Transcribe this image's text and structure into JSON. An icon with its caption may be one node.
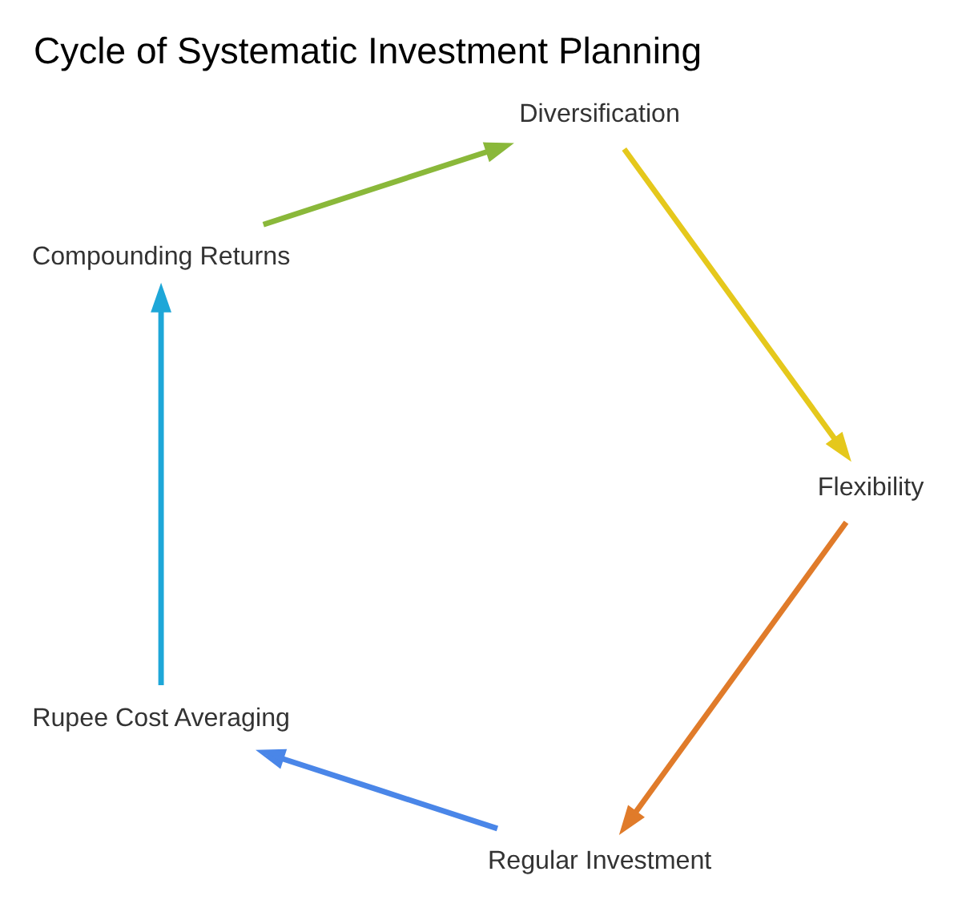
{
  "diagram": {
    "title": "Cycle of Systematic Investment Planning",
    "nodes": [
      {
        "text": [
          "Regular Investment"
        ]
      },
      {
        "text": [
          "Rupee Cost Averaging"
        ]
      },
      {
        "text": [
          "Compounding Returns"
        ]
      },
      {
        "text": [
          "Diversification"
        ]
      },
      {
        "text": [
          "Flexibility"
        ]
      }
    ],
    "edges": [
      {
        "from": 0,
        "to": 1,
        "arrow": "to",
        "color": "#4a86e8"
      },
      {
        "from": 1,
        "to": 2,
        "arrow": "to",
        "color": "#1ea7d8"
      },
      {
        "from": 2,
        "to": 3,
        "arrow": "to",
        "color": "#8ab83a"
      },
      {
        "from": 3,
        "to": 4,
        "arrow": "to",
        "color": "#e5c81c"
      },
      {
        "from": 4,
        "to": 0,
        "arrow": "to",
        "color": "#e07b2a"
      }
    ]
  }
}
